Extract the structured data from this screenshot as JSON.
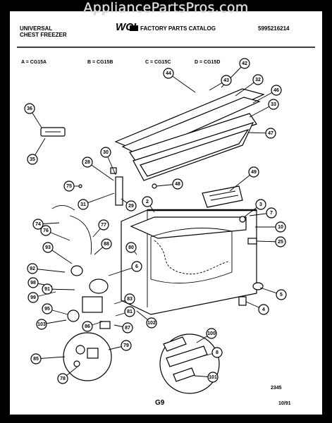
{
  "watermark": "AppliancePartsPros.com",
  "header": {
    "brand_line1": "UNIVERSAL",
    "brand_line2": "CHEST FREEZER",
    "logo_text": "WCI",
    "catalog_title": "FACTORY PARTS CATALOG",
    "catalog_number": "5995216214"
  },
  "models": [
    {
      "code": "A = CG15A"
    },
    {
      "code": "B = CG15B"
    },
    {
      "code": "C = CG15C"
    },
    {
      "code": "D = CG15D"
    }
  ],
  "callouts": [
    "42",
    "43",
    "44",
    "32",
    "46",
    "33",
    "36",
    "47",
    "35",
    "30",
    "28",
    "49",
    "75",
    "31",
    "29",
    "48",
    "2",
    "3",
    "7",
    "74",
    "77",
    "10",
    "76",
    "25",
    "88",
    "80",
    "93",
    "6",
    "92",
    "98",
    "91",
    "99",
    "83",
    "95",
    "81",
    "103",
    "86",
    "87",
    "102",
    "5",
    "4",
    "79",
    "100",
    "85",
    "8",
    "78",
    "101"
  ],
  "footer": {
    "drawing_code": "2345",
    "page_label": "G9",
    "date": "10/91"
  }
}
